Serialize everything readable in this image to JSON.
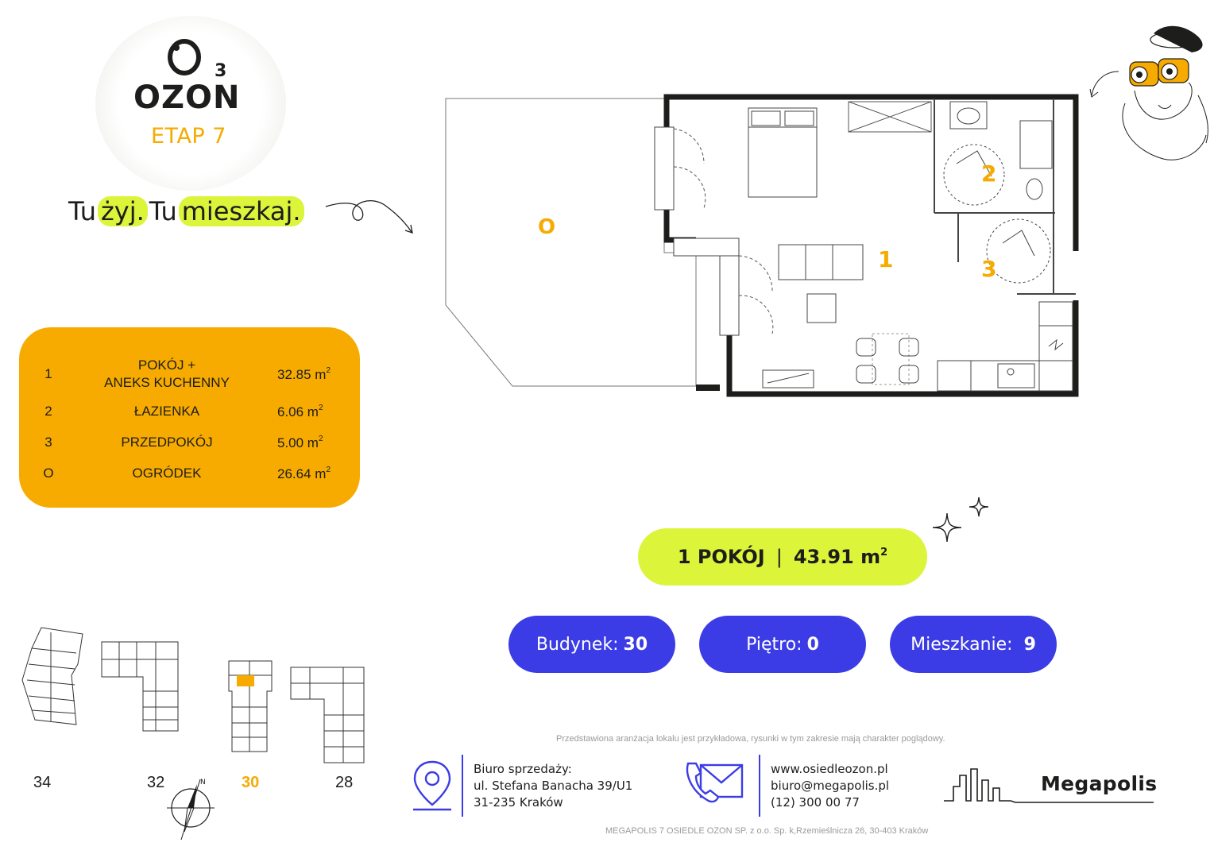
{
  "brand": {
    "name": "OZON",
    "stage": "ETAP 7",
    "slogan": {
      "part1": "Tu",
      "part2": "żyj.",
      "part3": "Tu",
      "part4": "mieszkaj."
    }
  },
  "rooms": [
    {
      "num": "1",
      "name_line1": "POKÓJ +",
      "name_line2": "ANEKS KUCHENNY",
      "area": "32.85 m",
      "unit_sup": "2"
    },
    {
      "num": "2",
      "name_line1": "ŁAZIENKA",
      "name_line2": "",
      "area": "6.06 m",
      "unit_sup": "2"
    },
    {
      "num": "3",
      "name_line1": "PRZEDPOKÓJ",
      "name_line2": "",
      "area": "5.00 m",
      "unit_sup": "2"
    },
    {
      "num": "O",
      "name_line1": "OGRÓDEK",
      "name_line2": "",
      "area": "26.64 m",
      "unit_sup": "2"
    }
  ],
  "plan_labels": {
    "garden": "O",
    "room1": "1",
    "room2": "2",
    "room3": "3"
  },
  "summary": {
    "rooms": "1 POKÓJ",
    "separator": "|",
    "area": "43.91 m",
    "unit_sup": "2"
  },
  "pills": {
    "building_label": "Budynek:",
    "building_value": "30",
    "floor_label": "Piętro:",
    "floor_value": "0",
    "apartment_label": "Mieszkanie:",
    "apartment_value": "9"
  },
  "buildings": [
    "34",
    "32",
    "30",
    "28"
  ],
  "compass_letter": "N",
  "disclaimer": "Przedstawiona aranżacja lokalu jest przykładowa, rysunki w tym zakresie mają charakter poglądowy.",
  "contact": {
    "office_title": "Biuro sprzedaży:",
    "office_street": "ul. Stefana Banacha 39/U1",
    "office_city": "31-235 Kraków",
    "website": "www.osiedleozon.pl",
    "email": "biuro@megapolis.pl",
    "phone": "(12) 300 00 77"
  },
  "developer": "Megapolis",
  "footer": "MEGAPOLIS 7 OSIEDLE OZON SP. z o.o. Sp. k,Rzemieślnicza 26, 30-403 Kraków",
  "colors": {
    "accent_orange": "#f7ab00",
    "accent_lime": "#dcf43a",
    "accent_blue": "#3c3ce6",
    "text": "#1d1d1b"
  }
}
